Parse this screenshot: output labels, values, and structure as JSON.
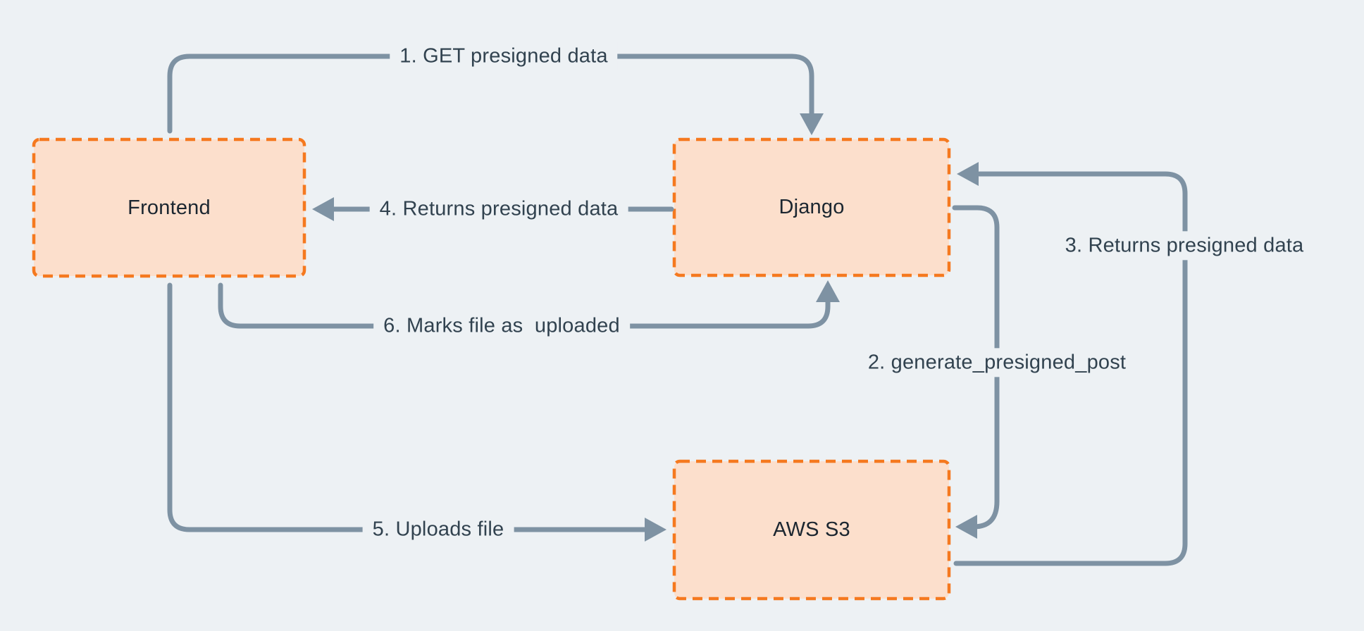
{
  "colors": {
    "bg": "#edf1f4",
    "line": "#7e92a3",
    "node_fill": "#fcdfcc",
    "node_border": "#f5791f",
    "label_text": "#31424f",
    "node_text": "#1b2630"
  },
  "nodes": [
    {
      "id": "frontend",
      "label": "Frontend"
    },
    {
      "id": "django",
      "label": "Django"
    },
    {
      "id": "aws-s3",
      "label": "AWS S3"
    }
  ],
  "edges": [
    {
      "step": 1,
      "from": "frontend",
      "to": "django",
      "label": "1. GET presigned data"
    },
    {
      "step": 2,
      "from": "django",
      "to": "aws-s3",
      "label": "2. generate_presigned_post"
    },
    {
      "step": 3,
      "from": "aws-s3",
      "to": "django",
      "label": "3. Returns presigned data"
    },
    {
      "step": 4,
      "from": "django",
      "to": "frontend",
      "label": "4. Returns presigned data"
    },
    {
      "step": 5,
      "from": "frontend",
      "to": "aws-s3",
      "label": "5. Uploads file"
    },
    {
      "step": 6,
      "from": "frontend",
      "to": "django",
      "label": "6. Marks file as  uploaded"
    }
  ]
}
